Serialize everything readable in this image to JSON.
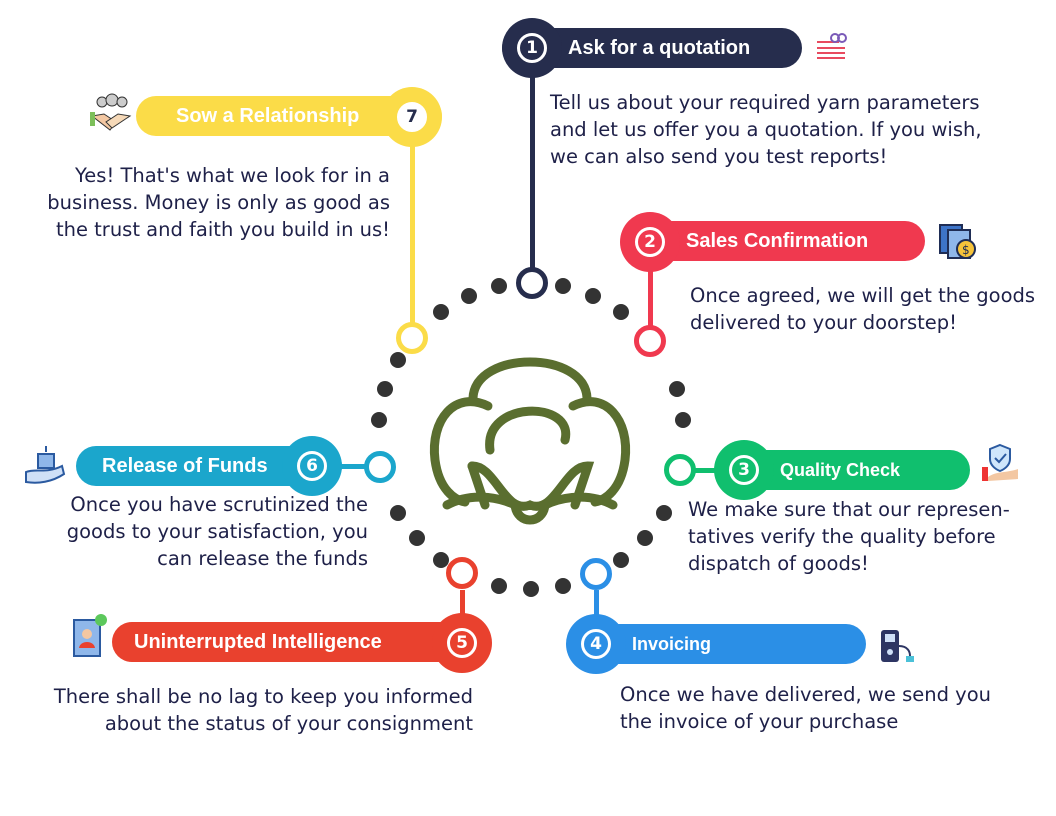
{
  "steps": [
    {
      "num": "1",
      "title": "Ask for a quotation",
      "desc": "Tell us about your required yarn parameters and let us offer you a quotation. If you wish, we can also send you test reports!",
      "color": "#262d4d",
      "icon": "quotation-list-icon"
    },
    {
      "num": "2",
      "title": "Sales Confirmation",
      "desc": "Once agreed, we will get the goods delivered to your doorstep!",
      "color": "#f0394f",
      "icon": "invoice-document-icon"
    },
    {
      "num": "3",
      "title": "Quality Check",
      "desc": "We make sure that our represen-tatives verify the quality before dispatch of goods!",
      "color": "#10bf6e",
      "icon": "quality-shield-hand-icon"
    },
    {
      "num": "4",
      "title": "Invoicing",
      "desc": "Once we have delivered, we send you the invoice of your purchase",
      "color": "#2b8fe6",
      "icon": "pos-terminal-icon"
    },
    {
      "num": "5",
      "title": "Uninterrupted Intelligence",
      "desc": "There shall be no lag to keep you informed about the status of your consignment",
      "color": "#e9412e",
      "icon": "profile-card-icon"
    },
    {
      "num": "6",
      "title": "Release of Funds",
      "desc": "Once you have scrutinized the goods to your satisfaction, you can release the funds",
      "color": "#1ba6cc",
      "icon": "hand-box-icon"
    },
    {
      "num": "7",
      "title": "Sow a Relationship",
      "desc": "Yes! That's what we look for in a business. Money is only as good as the trust and faith you build in us!",
      "color": "#fbdc48",
      "icon": "handshake-team-icon"
    }
  ],
  "center": {
    "icon": "cotton-boll-icon",
    "color": "#5a6e2f"
  }
}
